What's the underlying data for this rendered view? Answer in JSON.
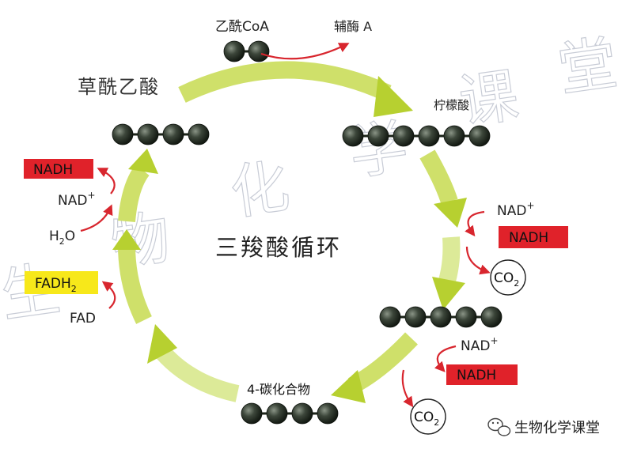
{
  "title": "三羧酸循环",
  "watermark": {
    "large_chars": [
      "生",
      "物",
      "化",
      "学",
      "课",
      "堂"
    ],
    "footer_text": "生物化学课堂",
    "icon": "wechat-icon"
  },
  "compounds": {
    "acetyl_coa": "乙酰CoA",
    "coa": "辅酶 A",
    "oxaloacetate": "草酰乙酸",
    "citrate": "柠檬酸",
    "c4_compound": "4-碳化合物"
  },
  "cofactors": {
    "nad_plus": "NAD",
    "plus_sign": "+",
    "nadh": "NADH",
    "co2_base": "CO",
    "co2_sub": "2",
    "h2o_h": "H",
    "h2o_sub": "2",
    "h2o_o": "O",
    "fad": "FAD",
    "fadh2_base": "FADH",
    "fadh2_sub": "2"
  },
  "molecules": {
    "acetyl_coa_carbons": 2,
    "citrate_carbons": 6,
    "five_carbon_carbons": 5,
    "c4_carbons": 4,
    "oxaloacetate_carbons": 4
  },
  "colors": {
    "arrow_green": "#b7d030",
    "arrow_green_light": "#e6f1a8",
    "nadh_box": "#e0222a",
    "fadh2_box": "#f7e81a",
    "red_arrow": "#d8262e",
    "ball_dark": "#2d3a2a",
    "watermark_text": "#c8ccd6"
  }
}
